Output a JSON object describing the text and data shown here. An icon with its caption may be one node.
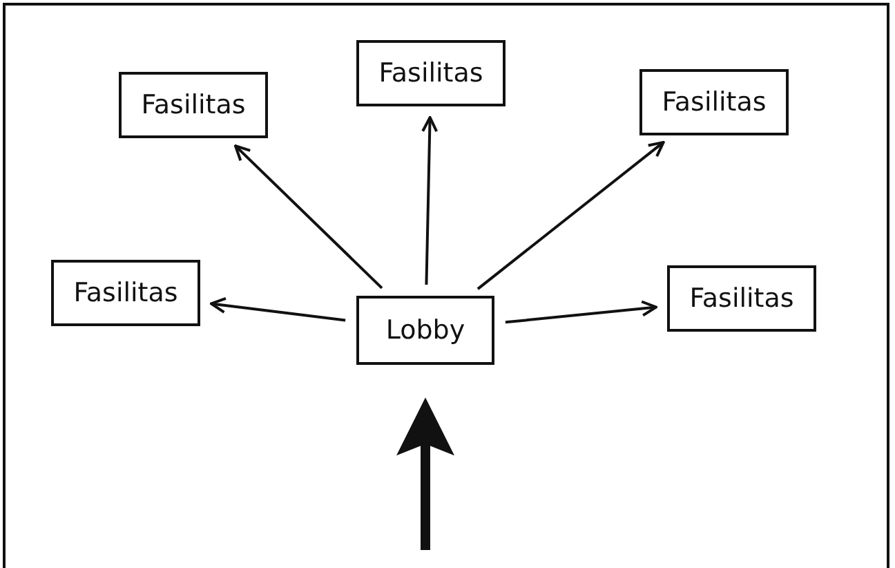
{
  "diagram": {
    "nodes": [
      {
        "text": [
          "Fasilitas"
        ]
      },
      {
        "text": [
          "Fasilitas"
        ]
      },
      {
        "text": [
          "Fasilitas"
        ]
      },
      {
        "text": [
          "Fasilitas"
        ]
      },
      {
        "text": [
          "Lobby"
        ]
      },
      {
        "text": [
          "Fasilitas"
        ]
      }
    ],
    "edges": [
      {
        "from": 4,
        "to": 0,
        "arrow": "to"
      },
      {
        "from": 4,
        "to": 1,
        "arrow": "to"
      },
      {
        "from": 4,
        "to": 2,
        "arrow": "to"
      },
      {
        "from": 4,
        "to": 3,
        "arrow": "to"
      },
      {
        "from": 4,
        "to": 5,
        "arrow": "to"
      },
      {
        "from": null,
        "to": 4,
        "arrow": "to",
        "style": "thick"
      }
    ]
  }
}
